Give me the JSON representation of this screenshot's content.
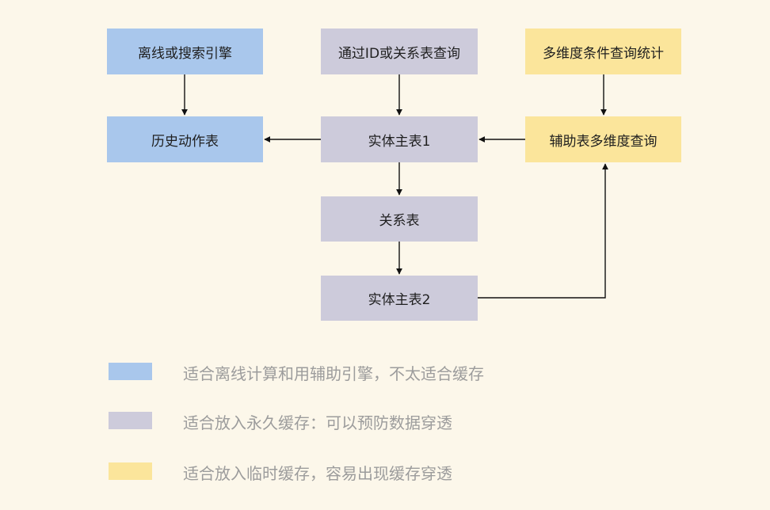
{
  "nodes": {
    "offline_search": "离线或搜索引擎",
    "history_table": "历史动作表",
    "query_by_id": "通过ID或关系表查询",
    "entity_main_1": "实体主表1",
    "relation_table": "关系表",
    "entity_main_2": "实体主表2",
    "multi_dim_stats": "多维度条件查询统计",
    "aux_multi_dim": "辅助表多维度查询"
  },
  "legend": [
    {
      "color": "#a9c7ec",
      "text": "适合离线计算和用辅助引擎，不太适合缓存"
    },
    {
      "color": "#cdcbdb",
      "text": "适合放入永久缓存：可以预防数据穿透"
    },
    {
      "color": "#fbe59b",
      "text": "适合放入临时缓存，容易出现缓存穿透"
    }
  ],
  "colors": {
    "background": "#fcf7ea",
    "blue": "#a9c7ec",
    "gray": "#cdcbdb",
    "yellow": "#fbe59b",
    "arrow": "#111111"
  }
}
